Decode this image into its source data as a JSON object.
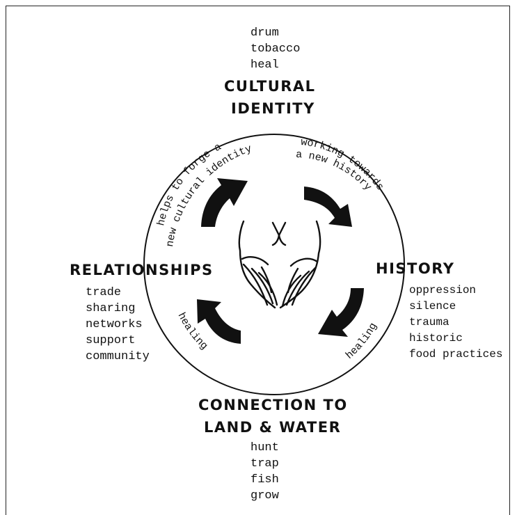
{
  "nodes": {
    "top": {
      "title_line1": "CULTURAL",
      "title_line2": "IDENTITY",
      "words": [
        "drum",
        "tobacco",
        "heal"
      ]
    },
    "right": {
      "title": "HISTORY",
      "words": [
        "oppression",
        "silence",
        "trauma",
        "historic",
        "food practices"
      ]
    },
    "bottom": {
      "title_line1": "CONNECTION TO",
      "title_line2": "LAND & WATER",
      "words": [
        "hunt",
        "trap",
        "fish",
        "grow"
      ]
    },
    "left": {
      "title": "RELATIONSHIPS",
      "words": [
        "trade",
        "sharing",
        "networks",
        "support",
        "community"
      ]
    }
  },
  "arc_labels": {
    "top_left_line1": "helps to forge a",
    "top_left_line2": "new cultural identity",
    "top_right_line1": "working towards",
    "top_right_line2": "a new history",
    "bottom_right": "healing",
    "bottom_left": "healing"
  },
  "colors": {
    "ink": "#111111",
    "background": "#ffffff"
  },
  "icons": {
    "center": "cupped-hands-icon",
    "arrows": "curved-arrow-icon"
  }
}
